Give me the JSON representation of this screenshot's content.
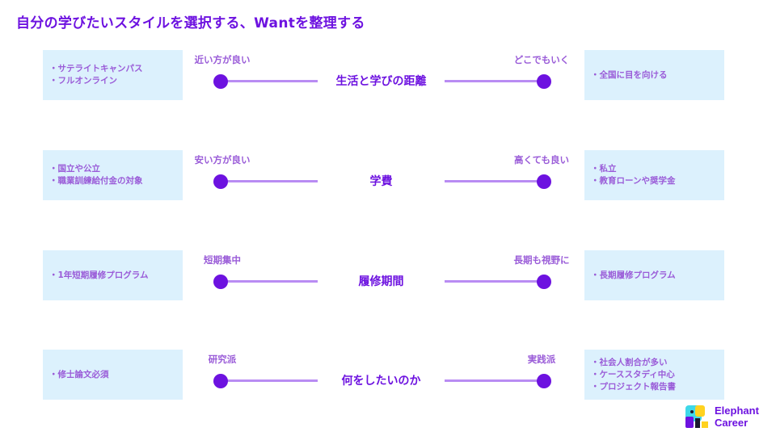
{
  "title": "自分の学びたいスタイルを選択する、Wantを整理する",
  "rows": [
    {
      "left_items": [
        "・サテライトキャンパス",
        "・フルオンライン"
      ],
      "left_end": "近い方が良い",
      "center": "生活と学びの距離",
      "right_end": "どこでもいく",
      "right_items": [
        "・全国に目を向ける"
      ]
    },
    {
      "left_items": [
        "・国立や公立",
        "・職業訓練給付金の対象"
      ],
      "left_end": "安い方が良い",
      "center": "学費",
      "right_end": "高くても良い",
      "right_items": [
        "・私立",
        "・教育ローンや奨学金"
      ]
    },
    {
      "left_items": [
        "・1年短期履修プログラム"
      ],
      "left_end": "短期集中",
      "center": "履修期間",
      "right_end": "長期も視野に",
      "right_items": [
        "・長期履修プログラム"
      ]
    },
    {
      "left_items": [
        "・修士論文必須"
      ],
      "left_end": "研究派",
      "center": "何をしたいのか",
      "right_end": "実践派",
      "right_items": [
        "・社会人割合が多い",
        "・ケーススタディ中心",
        "・プロジェクト報告書"
      ]
    }
  ],
  "logo": {
    "line1": "Elephant",
    "line2": "Career"
  },
  "colors": {
    "accent": "#6d12e0",
    "box": "#dcf1fd",
    "line": "#b98cf3"
  }
}
